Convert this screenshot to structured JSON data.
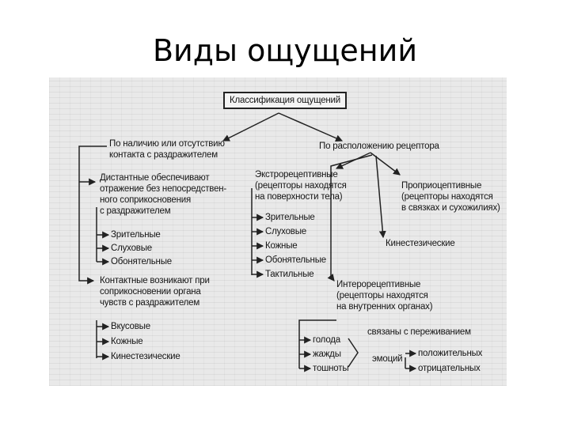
{
  "title": "Виды ощущений",
  "diagram": {
    "root": "Классификация ощущений",
    "left": {
      "heading": "По наличию или отсутствию\nконтакта с раздражителем",
      "distant": "Дистантные обеспечивают\nотражение без непосредствен-\nного соприкосновения\nс раздражителем",
      "distant_items": [
        "Зрительные",
        "Слуховые",
        "Обонятельные"
      ],
      "contact": "Контактные возникают при\nсоприкосновении органа\nчувств с раздражителем",
      "contact_items": [
        "Вкусовые",
        "Кожные",
        "Кинестезические"
      ]
    },
    "right": {
      "heading": "По расположению рецептора",
      "extero": "Экстрорецептивные\n(рецепторы находятся\nна поверхности тела)",
      "extero_items": [
        "Зрительные",
        "Слуховые",
        "Кожные",
        "Обонятельные",
        "Тактильные"
      ],
      "proprio": "Проприоцептивные\n(рецепторы находятся\nв связках и сухожилиях)",
      "kinest": "Кинестезические",
      "intero": "Интерорецептивные\n(рецепторы находятся\nна внутренних органах)",
      "intero_items": [
        "голода",
        "жажды",
        "тошноты"
      ],
      "linked": "связаны с переживанием",
      "emotions": "эмоций",
      "emotion_items": [
        "положительных",
        "отрицательных"
      ]
    }
  }
}
